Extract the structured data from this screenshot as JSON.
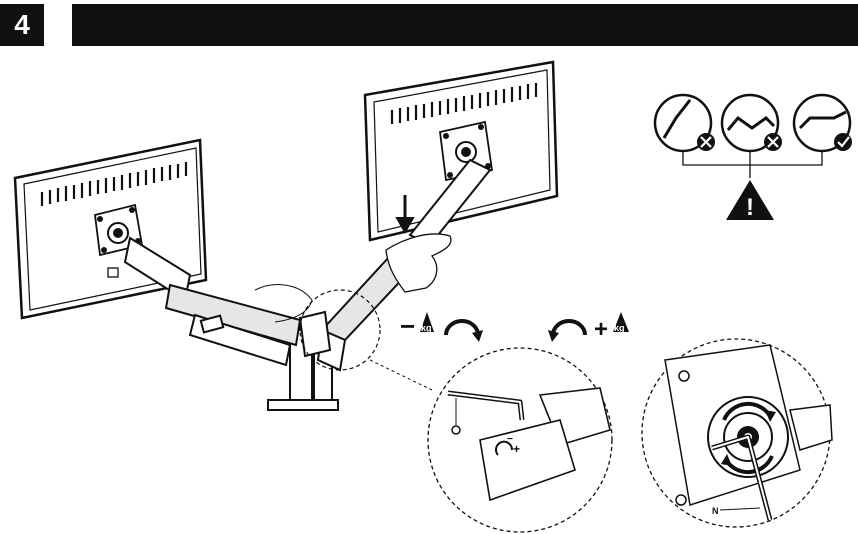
{
  "step": {
    "number": "4"
  },
  "adjustment": {
    "decrease_sign": "−",
    "increase_sign": "+",
    "weight_unit": "kg"
  },
  "detail_labels": {
    "allen_key_left": "O",
    "allen_key_right": "N",
    "inner_minus": "−",
    "inner_plus": "+"
  },
  "warning": {
    "symbol": "!"
  },
  "colors": {
    "ink": "#111111",
    "paper": "#ffffff",
    "arm": "#e6e6e6"
  }
}
